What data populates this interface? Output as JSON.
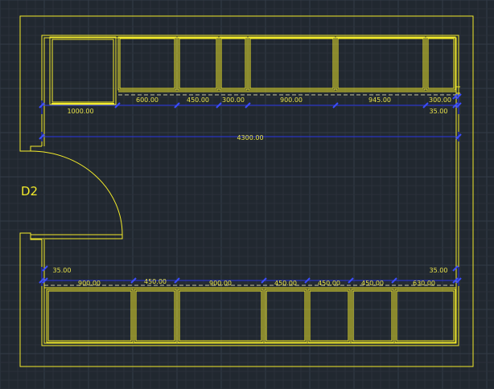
{
  "colors": {
    "background": "#212830",
    "grid_minor": "#2a313a",
    "grid_major": "#343c47",
    "wall": "#f2ea2a",
    "dimension": "#2a36e6",
    "dim_text": "#e9e34a"
  },
  "room_label": "D2",
  "top_dims": [
    "1000.00",
    "600.00",
    "450.00",
    "300.00",
    "900.00",
    "945.00",
    "300.00",
    "35.00"
  ],
  "overall_dim": "4300.00",
  "bottom_dims": [
    "35.00",
    "900.00",
    "450.00",
    "900.00",
    "450.00",
    "450.00",
    "450.00",
    "630.00",
    "35.00"
  ]
}
